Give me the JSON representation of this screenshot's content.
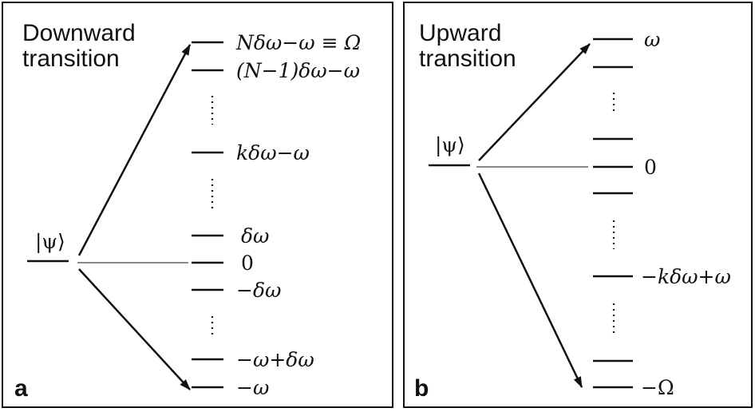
{
  "panel_a": {
    "title_line1": "Downward",
    "title_line2": "transition",
    "label": "a",
    "state": "|ψ⟩",
    "levels": [
      "Nδω−ω ≡ Ω",
      "(N−1)δω−ω",
      "kδω−ω",
      "δω",
      "0",
      "−δω",
      "−ω+δω",
      "−ω"
    ]
  },
  "panel_b": {
    "title_line1": "Upward",
    "title_line2": "transition",
    "label": "b",
    "state": "|ψ⟩",
    "levels": [
      "ω",
      "0",
      "−kδω+ω",
      "−Ω"
    ]
  }
}
